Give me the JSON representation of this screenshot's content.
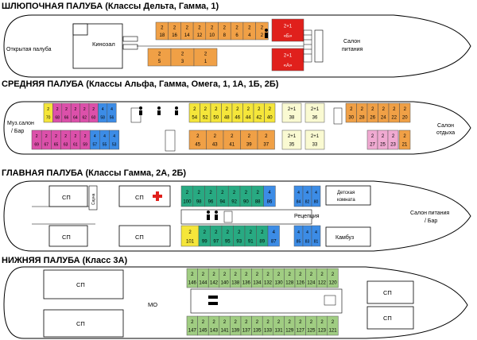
{
  "colors": {
    "orange": "#F0A046",
    "yellow": "#F5E63A",
    "red": "#E0201C",
    "pale": "#FAFAD2",
    "blue": "#3C8CE6",
    "magenta": "#DC50AA",
    "pink": "#F0AAD2",
    "teal": "#28AA82",
    "green": "#A0CD82",
    "outline": "#000000"
  },
  "decks": [
    {
      "id": "boat",
      "title": "ШЛЮПОЧНАЯ ПАЛУБА (Классы Дельта, Гамма, 1)",
      "labels": {
        "open": "Открытая палуба",
        "cinema": "Кинозал",
        "salon1": "Салон",
        "salon2": "питания"
      },
      "cabins": [
        {
          "c": "2",
          "n": "18",
          "k": "orange"
        },
        {
          "c": "2",
          "n": "16",
          "k": "orange"
        },
        {
          "c": "2",
          "n": "14",
          "k": "orange"
        },
        {
          "c": "2",
          "n": "12",
          "k": "orange"
        },
        {
          "c": "2",
          "n": "10",
          "k": "orange"
        },
        {
          "c": "2",
          "n": "8",
          "k": "orange"
        },
        {
          "c": "2",
          "n": "6",
          "k": "orange"
        },
        {
          "c": "2",
          "n": "4",
          "k": "orange"
        },
        {
          "c": "2",
          "n": "2",
          "k": "orange"
        },
        {
          "c": "2+1",
          "n": "«Б»",
          "k": "red"
        },
        {
          "c": "2",
          "n": "5",
          "k": "orange"
        },
        {
          "c": "2",
          "n": "3",
          "k": "orange"
        },
        {
          "c": "2",
          "n": "1",
          "k": "orange"
        },
        {
          "c": "2+1",
          "n": "«А»",
          "k": "red"
        }
      ]
    },
    {
      "id": "middle",
      "title": "СРЕДНЯЯ ПАЛУБА (Классы Альфа, Гамма, Омега, 1, 1А, 1Б, 2Б)",
      "labels": {
        "music1": "Муз.салон",
        "music2": "/ Бар",
        "rest1": "Салон",
        "rest2": "отдыха"
      },
      "cabins": [
        {
          "c": "2",
          "n": "70",
          "k": "yellow"
        },
        {
          "c": "2",
          "n": "68",
          "k": "magenta"
        },
        {
          "c": "2",
          "n": "66",
          "k": "magenta"
        },
        {
          "c": "2",
          "n": "64",
          "k": "magenta"
        },
        {
          "c": "2",
          "n": "62",
          "k": "magenta"
        },
        {
          "c": "2",
          "n": "60",
          "k": "magenta"
        },
        {
          "c": "4",
          "n": "58",
          "k": "blue"
        },
        {
          "c": "4",
          "n": "56",
          "k": "blue"
        },
        {
          "c": "2",
          "n": "54",
          "k": "yellow"
        },
        {
          "c": "2",
          "n": "52",
          "k": "yellow"
        },
        {
          "c": "2",
          "n": "50",
          "k": "yellow"
        },
        {
          "c": "2",
          "n": "48",
          "k": "yellow"
        },
        {
          "c": "2",
          "n": "46",
          "k": "yellow"
        },
        {
          "c": "2",
          "n": "44",
          "k": "yellow"
        },
        {
          "c": "2",
          "n": "42",
          "k": "yellow"
        },
        {
          "c": "2",
          "n": "40",
          "k": "yellow"
        },
        {
          "c": "2+1",
          "n": "38",
          "k": "pale"
        },
        {
          "c": "2+1",
          "n": "36",
          "k": "pale"
        },
        {
          "c": "2",
          "n": "30",
          "k": "orange"
        },
        {
          "c": "2",
          "n": "28",
          "k": "orange"
        },
        {
          "c": "2",
          "n": "26",
          "k": "orange"
        },
        {
          "c": "2",
          "n": "24",
          "k": "orange"
        },
        {
          "c": "2",
          "n": "22",
          "k": "orange"
        },
        {
          "c": "2",
          "n": "20",
          "k": "orange"
        },
        {
          "c": "2",
          "n": "69",
          "k": "magenta"
        },
        {
          "c": "2",
          "n": "67",
          "k": "magenta"
        },
        {
          "c": "2",
          "n": "65",
          "k": "magenta"
        },
        {
          "c": "2",
          "n": "63",
          "k": "magenta"
        },
        {
          "c": "2",
          "n": "61",
          "k": "magenta"
        },
        {
          "c": "2",
          "n": "59",
          "k": "magenta"
        },
        {
          "c": "4",
          "n": "57",
          "k": "blue"
        },
        {
          "c": "4",
          "n": "55",
          "k": "blue"
        },
        {
          "c": "4",
          "n": "53",
          "k": "blue"
        },
        {
          "c": "2",
          "n": "45",
          "k": "orange"
        },
        {
          "c": "2",
          "n": "43",
          "k": "orange"
        },
        {
          "c": "2",
          "n": "41",
          "k": "orange"
        },
        {
          "c": "2",
          "n": "39",
          "k": "orange"
        },
        {
          "c": "2",
          "n": "37",
          "k": "orange"
        },
        {
          "c": "2+1",
          "n": "35",
          "k": "pale"
        },
        {
          "c": "2+1",
          "n": "33",
          "k": "pale"
        },
        {
          "c": "2",
          "n": "27",
          "k": "pink"
        },
        {
          "c": "2",
          "n": "25",
          "k": "pink"
        },
        {
          "c": "2",
          "n": "23",
          "k": "pink"
        },
        {
          "c": "2",
          "n": "21",
          "k": "orange"
        }
      ]
    },
    {
      "id": "main",
      "title": "ГЛАВНАЯ ПАЛУБА (Классы Гамма, 2А, 2Б)",
      "labels": {
        "sp": "СП",
        "sauna": "Сауна",
        "kids1": "Детская",
        "kids2": "комната",
        "reception": "Рецепция",
        "galley": "Камбуз",
        "dining1": "Салон питания",
        "dining2": "/ Бар"
      },
      "cabins": [
        {
          "c": "2",
          "n": "100",
          "k": "teal"
        },
        {
          "c": "2",
          "n": "98",
          "k": "teal"
        },
        {
          "c": "2",
          "n": "96",
          "k": "teal"
        },
        {
          "c": "2",
          "n": "94",
          "k": "teal"
        },
        {
          "c": "2",
          "n": "92",
          "k": "teal"
        },
        {
          "c": "2",
          "n": "90",
          "k": "teal"
        },
        {
          "c": "2",
          "n": "88",
          "k": "teal"
        },
        {
          "c": "4",
          "n": "86",
          "k": "blue"
        },
        {
          "c": "4",
          "n": "84",
          "k": "blue"
        },
        {
          "c": "4",
          "n": "82",
          "k": "blue"
        },
        {
          "c": "4",
          "n": "80",
          "k": "blue"
        },
        {
          "c": "2",
          "n": "101",
          "k": "yellow"
        },
        {
          "c": "2",
          "n": "99",
          "k": "teal"
        },
        {
          "c": "2",
          "n": "97",
          "k": "teal"
        },
        {
          "c": "2",
          "n": "95",
          "k": "teal"
        },
        {
          "c": "2",
          "n": "93",
          "k": "teal"
        },
        {
          "c": "2",
          "n": "91",
          "k": "teal"
        },
        {
          "c": "2",
          "n": "89",
          "k": "teal"
        },
        {
          "c": "4",
          "n": "87",
          "k": "blue"
        },
        {
          "c": "4",
          "n": "85",
          "k": "blue"
        },
        {
          "c": "4",
          "n": "83",
          "k": "blue"
        },
        {
          "c": "4",
          "n": "81",
          "k": "blue"
        }
      ]
    },
    {
      "id": "lower",
      "title": "НИЖНЯЯ ПАЛУБА (Класс 3А)",
      "labels": {
        "sp": "СП",
        "mo": "МО"
      },
      "cabins": [
        {
          "c": "2",
          "n": "146",
          "k": "green"
        },
        {
          "c": "2",
          "n": "144",
          "k": "green"
        },
        {
          "c": "2",
          "n": "142",
          "k": "green"
        },
        {
          "c": "2",
          "n": "140",
          "k": "green"
        },
        {
          "c": "2",
          "n": "138",
          "k": "green"
        },
        {
          "c": "2",
          "n": "136",
          "k": "green"
        },
        {
          "c": "2",
          "n": "134",
          "k": "green"
        },
        {
          "c": "2",
          "n": "132",
          "k": "green"
        },
        {
          "c": "2",
          "n": "130",
          "k": "green"
        },
        {
          "c": "2",
          "n": "128",
          "k": "green"
        },
        {
          "c": "2",
          "n": "126",
          "k": "green"
        },
        {
          "c": "2",
          "n": "124",
          "k": "green"
        },
        {
          "c": "2",
          "n": "122",
          "k": "green"
        },
        {
          "c": "2",
          "n": "120",
          "k": "green"
        },
        {
          "c": "2",
          "n": "147",
          "k": "green"
        },
        {
          "c": "2",
          "n": "145",
          "k": "green"
        },
        {
          "c": "2",
          "n": "143",
          "k": "green"
        },
        {
          "c": "2",
          "n": "141",
          "k": "green"
        },
        {
          "c": "2",
          "n": "139",
          "k": "green"
        },
        {
          "c": "2",
          "n": "137",
          "k": "green"
        },
        {
          "c": "2",
          "n": "135",
          "k": "green"
        },
        {
          "c": "2",
          "n": "133",
          "k": "green"
        },
        {
          "c": "2",
          "n": "131",
          "k": "green"
        },
        {
          "c": "2",
          "n": "129",
          "k": "green"
        },
        {
          "c": "2",
          "n": "127",
          "k": "green"
        },
        {
          "c": "2",
          "n": "125",
          "k": "green"
        },
        {
          "c": "2",
          "n": "123",
          "k": "green"
        },
        {
          "c": "2",
          "n": "121",
          "k": "green"
        }
      ]
    }
  ]
}
